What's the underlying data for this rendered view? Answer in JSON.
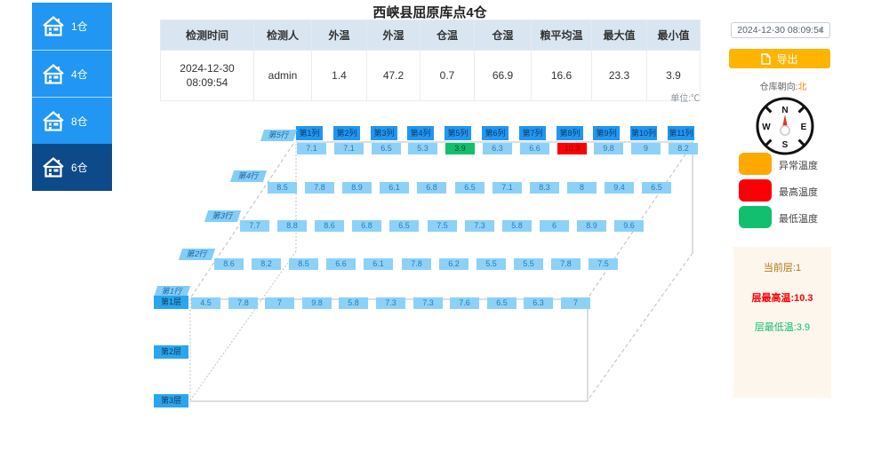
{
  "title": "西峡县屈原库点4仓",
  "sidebar": {
    "items": [
      {
        "label": "1仓",
        "active": false
      },
      {
        "label": "4仓",
        "active": false
      },
      {
        "label": "8仓",
        "active": false
      },
      {
        "label": "6仓",
        "active": true
      }
    ]
  },
  "table": {
    "headers": [
      "检测时间",
      "检测人",
      "外温",
      "外湿",
      "仓温",
      "仓湿",
      "粮平均温",
      "最大值",
      "最小值"
    ],
    "row": [
      "2024-12-30 08:09:54",
      "admin",
      "1.4",
      "47.2",
      "0.7",
      "66.9",
      "16.6",
      "23.3",
      "3.9"
    ],
    "unit_label": "单位:℃"
  },
  "controls": {
    "date_value": "2024-12-30 08:09:54",
    "export_label": "导出"
  },
  "compass": {
    "title_prefix": "仓库朝向:",
    "title_value": "北",
    "north": "N",
    "east": "E",
    "south": "S",
    "west": "W"
  },
  "legend": [
    {
      "label": "异常温度",
      "color": "#ffa800"
    },
    {
      "label": "最高温度",
      "color": "#fb0007"
    },
    {
      "label": "最低温度",
      "color": "#10c06e"
    }
  ],
  "info_panel": {
    "current_layer": "当前层:1",
    "layer_max": "层最高温:10.3",
    "layer_min": "层最低温:3.9"
  },
  "grid": {
    "column_headers": [
      "第1列",
      "第2列",
      "第3列",
      "第4列",
      "第5列",
      "第6列",
      "第7列",
      "第8列",
      "第9列",
      "第10列",
      "第11列"
    ],
    "row_labels": [
      "第5行",
      "第4行",
      "第3行",
      "第2行",
      "第1行"
    ],
    "layer_labels": [
      "第1层",
      "第2层",
      "第3层"
    ],
    "rows": [
      {
        "label": "第5行",
        "values": [
          "7.1",
          "7.1",
          "6.5",
          "5.3",
          "3.9",
          "6.3",
          "6.6",
          "10.3",
          "9.8",
          "9",
          "8.2"
        ]
      },
      {
        "label": "第4行",
        "values": [
          "8.5",
          "7.8",
          "8.9",
          "6.1",
          "6.8",
          "6.5",
          "7.1",
          "8.3",
          "8",
          "9.4",
          "6.5"
        ]
      },
      {
        "label": "第3行",
        "values": [
          "7.7",
          "8.8",
          "8.6",
          "6.8",
          "6.5",
          "7.5",
          "7.3",
          "5.8",
          "6",
          "8.9",
          "9.6"
        ]
      },
      {
        "label": "第2行",
        "values": [
          "8.6",
          "8.2",
          "8.5",
          "6.6",
          "6.1",
          "7.8",
          "6.2",
          "5.5",
          "5.5",
          "7.8",
          "7.5"
        ]
      },
      {
        "label": "第1行",
        "values": [
          "4.5",
          "7.8",
          "7",
          "9.8",
          "5.8",
          "7.3",
          "7.3",
          "7.6",
          "6.5",
          "6.3",
          "7"
        ]
      }
    ],
    "special": [
      {
        "row_index": 0,
        "col_index": 4,
        "type": "min"
      },
      {
        "row_index": 0,
        "col_index": 7,
        "type": "max"
      }
    ]
  },
  "icons": {
    "sidebar": "warehouse-icon",
    "export": "document-icon",
    "dropdown": "chevron-down-icon",
    "compass": "compass-rose"
  }
}
